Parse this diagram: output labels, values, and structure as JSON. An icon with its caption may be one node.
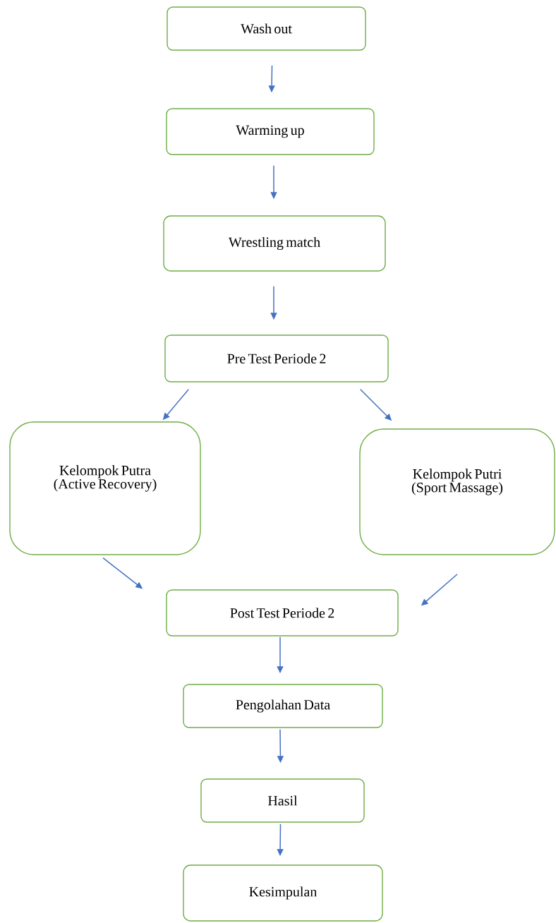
{
  "diagram": {
    "nodes": [
      {
        "text": [
          "Wash out"
        ]
      },
      {
        "text": [
          "Warming up"
        ]
      },
      {
        "text": [
          "Wrestling match"
        ]
      },
      {
        "text": [
          "Pre Test Periode 2"
        ]
      },
      {
        "text": [
          "Kelompok Putra (Active Recovery)"
        ]
      },
      {
        "text": [
          "Kelompok Putri (Sport Massage)"
        ]
      },
      {
        "text": [
          "Post Test Periode 2"
        ]
      },
      {
        "text": [
          "Pengolahan Data"
        ]
      },
      {
        "text": [
          "Hasil"
        ]
      },
      {
        "text": [
          "Kesimpulan"
        ]
      }
    ],
    "edges": [
      {
        "from": 0,
        "to": 1,
        "arrow": "to"
      },
      {
        "from": 1,
        "to": 2,
        "arrow": "to"
      },
      {
        "from": 2,
        "to": 3,
        "arrow": "to"
      },
      {
        "from": 3,
        "to": 4,
        "arrow": "to"
      },
      {
        "from": 3,
        "to": 5,
        "arrow": "to"
      },
      {
        "from": 4,
        "to": 6,
        "arrow": "to"
      },
      {
        "from": 5,
        "to": 6,
        "arrow": "to"
      },
      {
        "from": 6,
        "to": 7,
        "arrow": "to"
      },
      {
        "from": 7,
        "to": 8,
        "arrow": "to"
      },
      {
        "from": 8,
        "to": 9,
        "arrow": "to"
      }
    ]
  }
}
